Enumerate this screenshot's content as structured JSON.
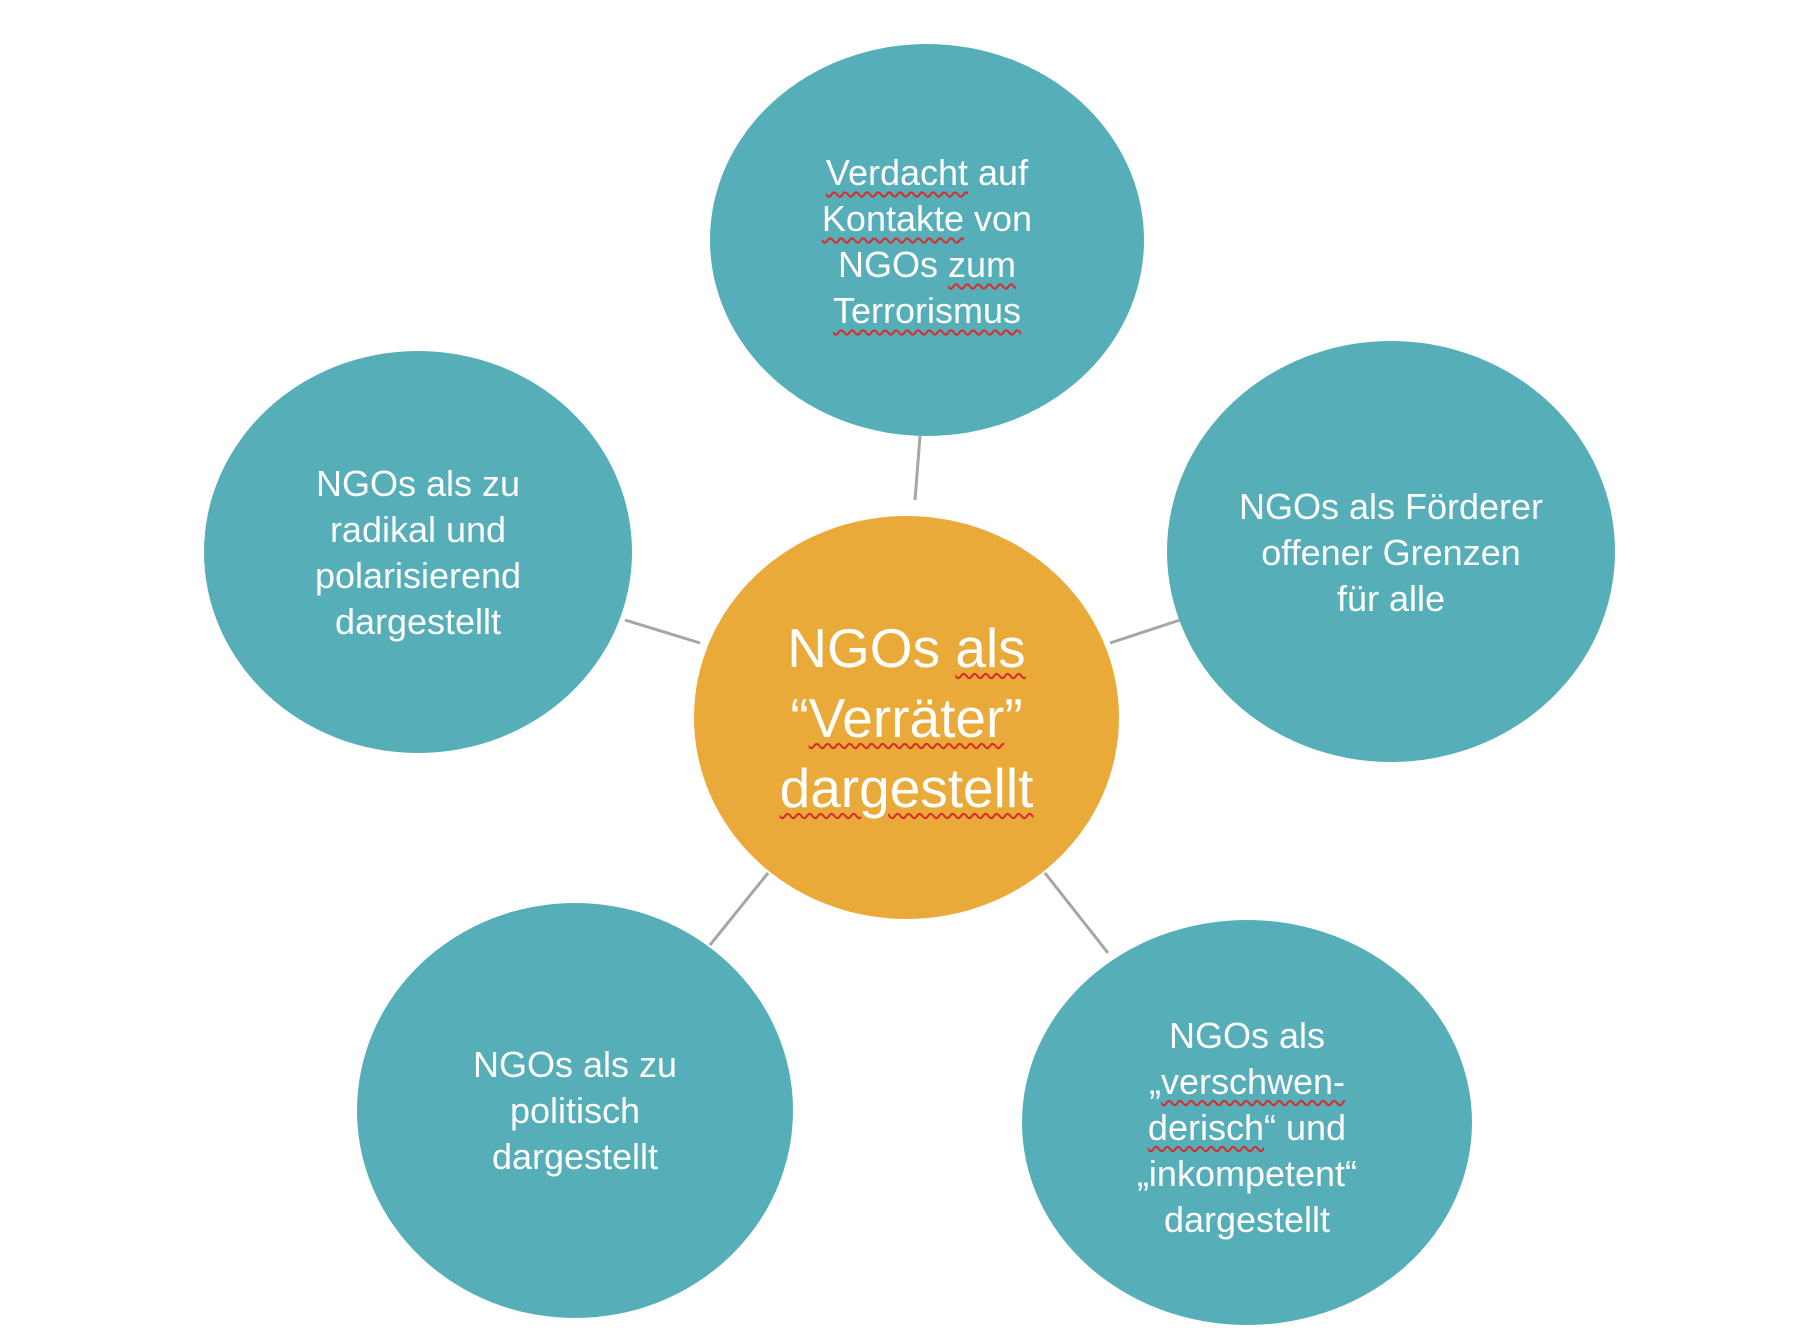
{
  "diagram": {
    "center": {
      "lines": [
        [
          {
            "t": "NGOs "
          },
          {
            "t": "als",
            "spell": true
          }
        ],
        [
          {
            "t": "“"
          },
          {
            "t": "Verräter",
            "spell": true
          },
          {
            "t": "”"
          }
        ],
        [
          {
            "t": "dargestellt",
            "spell": true
          }
        ]
      ]
    },
    "top": {
      "lines": [
        [
          {
            "t": "Verdacht",
            "spell": true
          },
          {
            "t": " auf"
          }
        ],
        [
          {
            "t": "Kontakte",
            "spell": true
          },
          {
            "t": " von"
          }
        ],
        [
          {
            "t": "NGOs "
          },
          {
            "t": "zum",
            "spell": true
          }
        ],
        [
          {
            "t": "Terrorismus",
            "spell": true
          }
        ]
      ]
    },
    "left": {
      "lines": [
        [
          {
            "t": "NGOs als zu"
          }
        ],
        [
          {
            "t": "radikal und"
          }
        ],
        [
          {
            "t": "polarisierend"
          }
        ],
        [
          {
            "t": "dargestellt"
          }
        ]
      ]
    },
    "right": {
      "lines": [
        [
          {
            "t": "NGOs als Förderer"
          }
        ],
        [
          {
            "t": "offener Grenzen"
          }
        ],
        [
          {
            "t": "für alle"
          }
        ]
      ]
    },
    "bottom_left": {
      "lines": [
        [
          {
            "t": "NGOs als zu"
          }
        ],
        [
          {
            "t": "politisch"
          }
        ],
        [
          {
            "t": "dargestellt"
          }
        ]
      ]
    },
    "bottom_right": {
      "lines": [
        [
          {
            "t": "NGOs als"
          }
        ],
        [
          {
            "t": "„"
          },
          {
            "t": "verschwen-",
            "spell": true
          }
        ],
        [
          {
            "t": "derisch",
            "spell": true
          },
          {
            "t": "“ und"
          }
        ],
        [
          {
            "t": "„inkompetent“"
          }
        ],
        [
          {
            "t": "dargestellt"
          }
        ]
      ]
    }
  },
  "colors": {
    "outer_fill": "#55aeb8",
    "center_fill": "#e9aa3a",
    "connector": "#a6a6a6",
    "text": "#ffffff",
    "spellcheck_underline": "#d92b2b"
  }
}
